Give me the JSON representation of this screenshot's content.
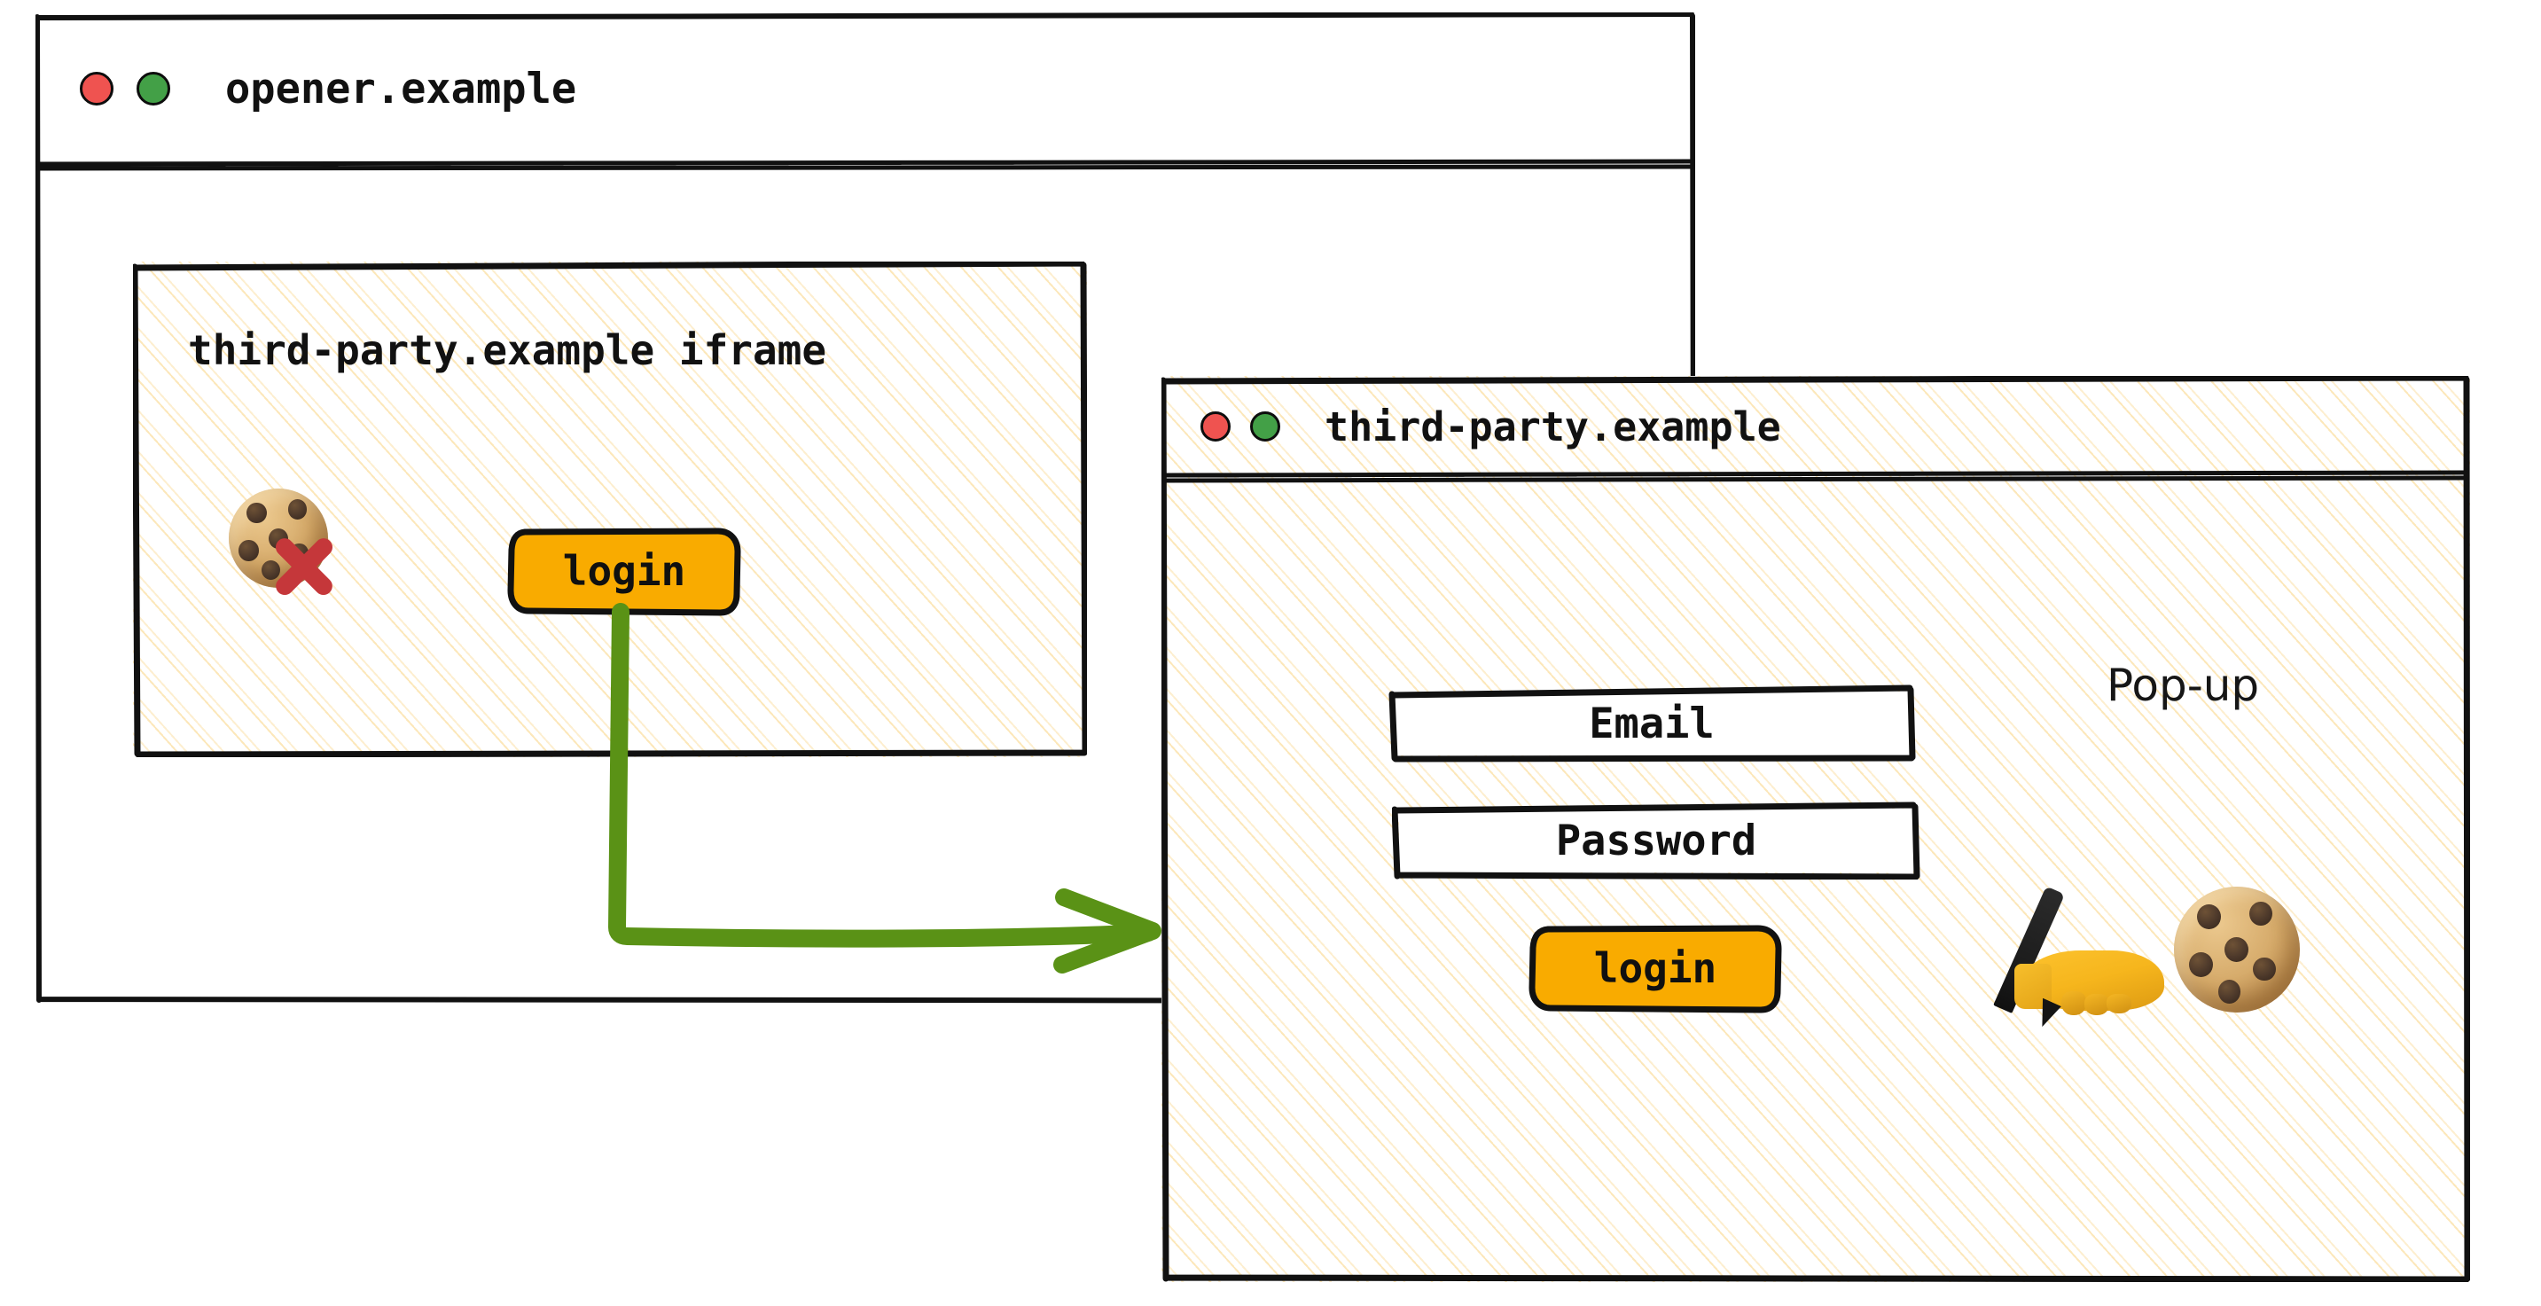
{
  "diagram": {
    "title": "Third-party pop-up login flow without cookie access in iframe",
    "accent_colors": {
      "button_amber": "#F9AB00",
      "arrow_green": "#5A9216",
      "x_red": "#C5373A",
      "hatch_yellow": "#FAD482",
      "dot_red": "#EF5350",
      "dot_green": "#43A047",
      "outline_black": "#111111"
    }
  },
  "opener_window": {
    "title": "opener.example",
    "traffic_lights": [
      "close-dot",
      "maximize-dot"
    ],
    "iframe": {
      "label": "third-party.example iframe",
      "cookie_blocked_icon": "cookie-with-red-x-icon",
      "login_button": "login"
    }
  },
  "popup_window": {
    "title": "third-party.example",
    "traffic_lights": [
      "close-dot",
      "maximize-dot"
    ],
    "caption": "Pop-up",
    "fields": [
      {
        "name": "email",
        "label": "Email"
      },
      {
        "name": "password",
        "label": "Password"
      }
    ],
    "login_button": "login",
    "icons": [
      "writing-hand-icon",
      "cookie-icon"
    ]
  },
  "arrow": {
    "name": "popup-open-arrow",
    "from": "iframe login button",
    "to": "third-party.example pop-up window"
  }
}
